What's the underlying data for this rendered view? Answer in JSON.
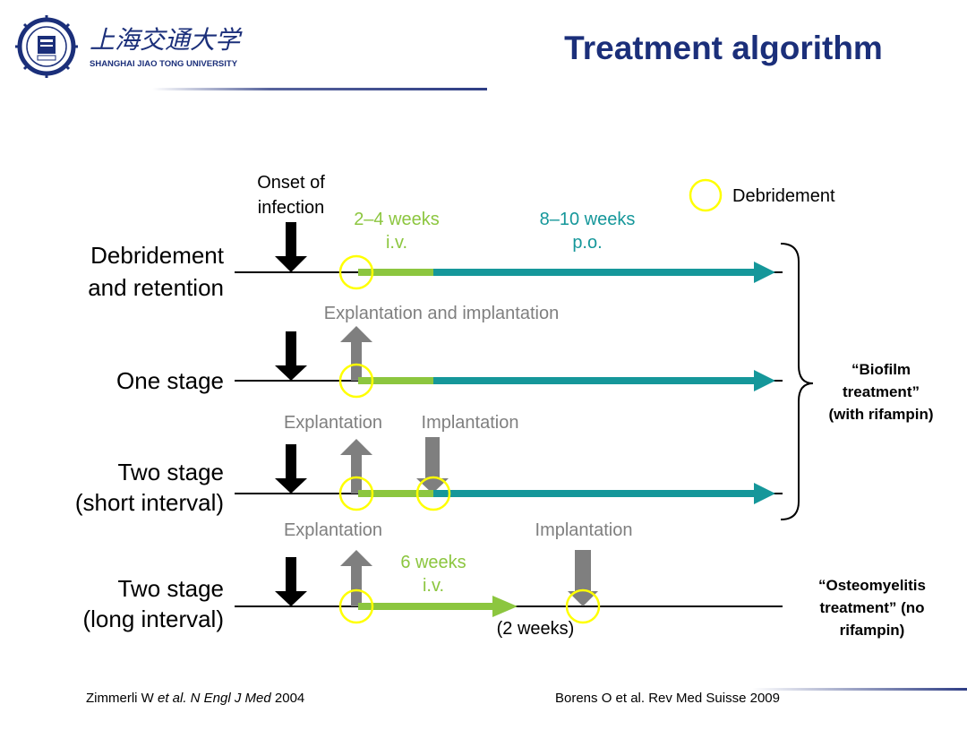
{
  "header": {
    "title": "Treatment algorithm",
    "logo_cn": "上海交通大学",
    "logo_en": "SHANGHAI JIAO TONG UNIVERSITY"
  },
  "colors": {
    "title": "#1b2f7a",
    "green": "#8cc63f",
    "teal": "#15979a",
    "gray": "#7f7f7f",
    "yellow": "#ffff00",
    "black": "#000000",
    "header_rule": "#2e3d84"
  },
  "legend": {
    "debridement": "Debridement"
  },
  "rows": [
    {
      "label_1": "Debridement",
      "label_2": "and retention"
    },
    {
      "label_1": "One stage",
      "label_2": ""
    },
    {
      "label_1": "Two stage",
      "label_2": "(short interval)"
    },
    {
      "label_1": "Two stage",
      "label_2": "(long interval)"
    }
  ],
  "annotations": {
    "onset_1": "Onset of",
    "onset_2": "infection",
    "iv_weeks": "2–4 weeks",
    "iv": "i.v.",
    "po_weeks": "8–10 weeks",
    "po": "p.o.",
    "explant_implant": "Explantation and implantation",
    "explant_short": "Explantation",
    "implant_short": "Implantation",
    "explant_long": "Explantation",
    "implant_long": "Implantation",
    "six_weeks": "6 weeks",
    "six_iv": "i.v.",
    "two_weeks": "(2 weeks)"
  },
  "outcomes": {
    "biofilm_1": "“Biofilm",
    "biofilm_2": "treatment”",
    "biofilm_3": "(with rifampin)",
    "osteo_1": "“Osteomyelitis",
    "osteo_2": "treatment” (no",
    "osteo_3": "rifampin)"
  },
  "footer": {
    "ref1_a": "Zimmerli W ",
    "ref1_b": "et al. N Engl J Med",
    "ref1_c": " 2004",
    "ref2": "Borens O et al. Rev Med Suisse 2009"
  }
}
